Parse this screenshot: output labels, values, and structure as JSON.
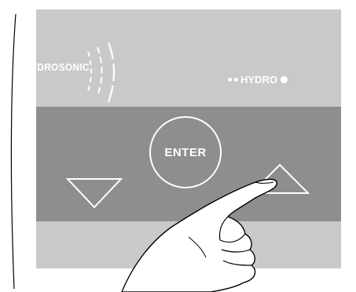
{
  "device": {
    "brand_left": "HYDROSONIC",
    "brand_right": "HYDRO",
    "enter_label": "ENTER"
  },
  "icons": {
    "down_button": "triangle-down-icon",
    "up_button": "triangle-up-icon",
    "hand": "pointing-hand-icon",
    "sound_waves": "sound-waves-icon"
  },
  "colors": {
    "panel_light": "#c9c9c9",
    "panel_dark": "#8e8e8e",
    "outline_white": "#ffffff",
    "line_black": "#000000"
  }
}
